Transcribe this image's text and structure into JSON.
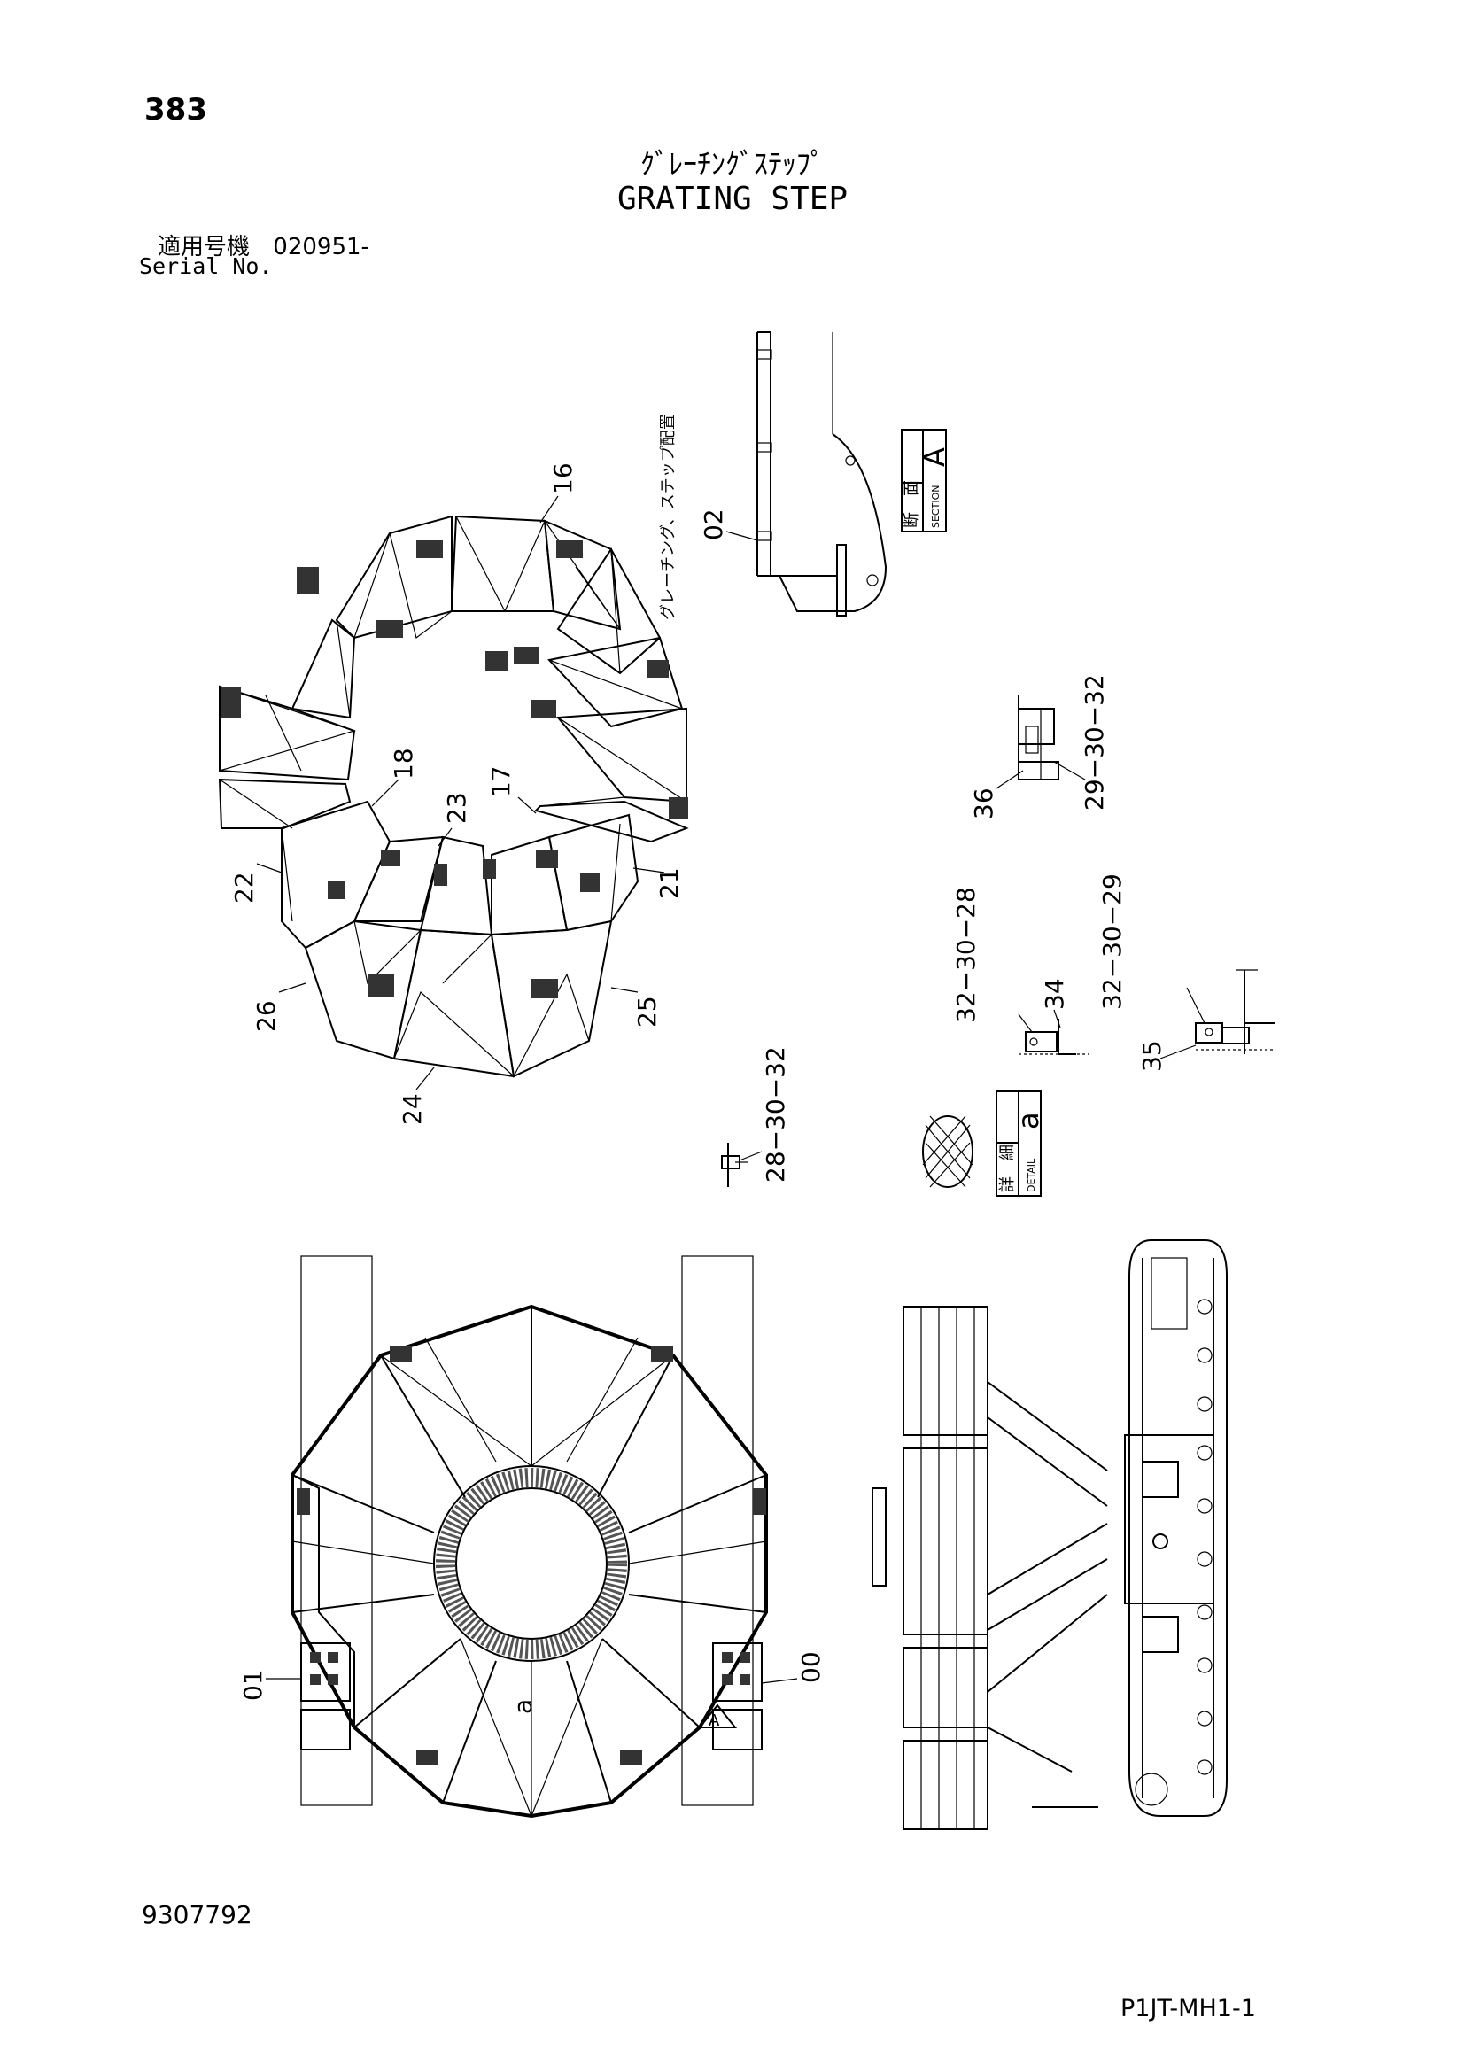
{
  "header": {
    "page_number": "383",
    "title_jp": "ｸﾞﾚｰﾁﾝｸﾞｽﾃｯﾌﾟ",
    "title_en": "GRATING STEP",
    "serial_label_jp": "適用号機",
    "serial_value": "020951-",
    "serial_label_en": "Serial No."
  },
  "footer": {
    "doc_number": "9307792",
    "page_code": "P1JT-MH1-1"
  },
  "callouts": {
    "vertical_note": "グレーチング、ステップ配置",
    "section_jp_1": "断",
    "section_jp_2": "面",
    "section_en": "SECTION",
    "section_letter": "A",
    "detail_jp_1": "詳",
    "detail_jp_2": "細",
    "detail_en": "DETAIL",
    "detail_letter": "a"
  },
  "part_labels": {
    "p00": "00",
    "p01": "01",
    "p02": "02",
    "p16": "16",
    "p17": "17",
    "p18": "18",
    "p21": "21",
    "p22": "22",
    "p23": "23",
    "p24": "24",
    "p25": "25",
    "p26": "26",
    "p29_30_32": "29−30−32",
    "p36": "36",
    "p32_30_28": "32−30−28",
    "p34": "34",
    "p32_30_29": "32−30−29",
    "p35": "35",
    "p28_30_32": "28−30−32",
    "mark_a": "a",
    "mark_A": "A"
  }
}
